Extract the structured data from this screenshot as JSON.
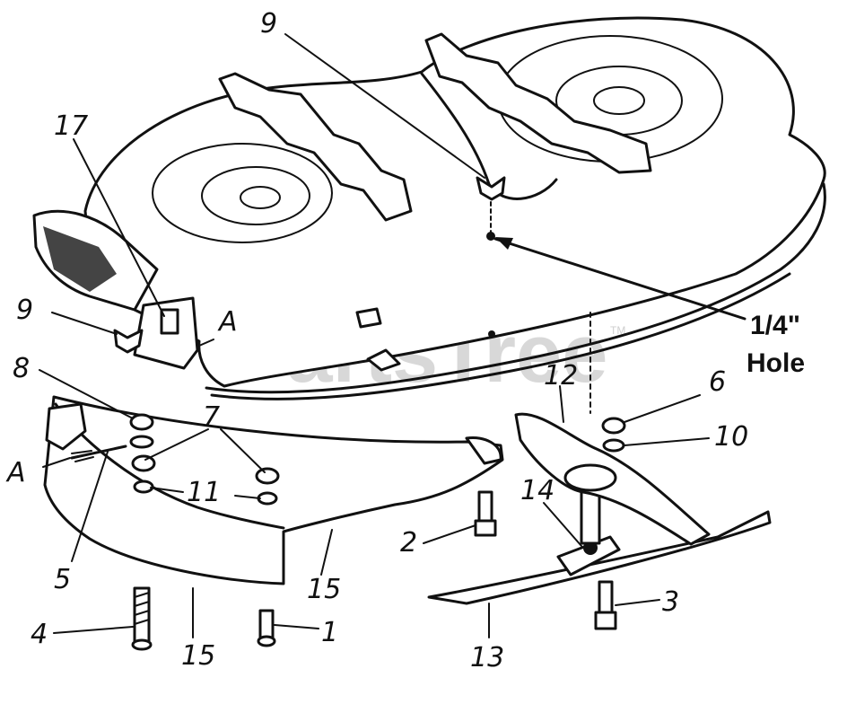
{
  "watermark": {
    "text": "PartsTree",
    "tm": "TM"
  },
  "hole_label": {
    "line1": "1/4\"",
    "line2": "Hole"
  },
  "callouts": {
    "c9_top": "9",
    "c17": "17",
    "c9_left": "9",
    "cA_deck": "A",
    "c8": "8",
    "c7": "7",
    "cA_shield": "A",
    "c11": "11",
    "c5": "5",
    "c4": "4",
    "c15_bottom": "15",
    "c1": "1",
    "c15_right": "15",
    "c2": "2",
    "c12": "12",
    "c6": "6",
    "c10": "10",
    "c14": "14",
    "c3": "3",
    "c13": "13"
  }
}
